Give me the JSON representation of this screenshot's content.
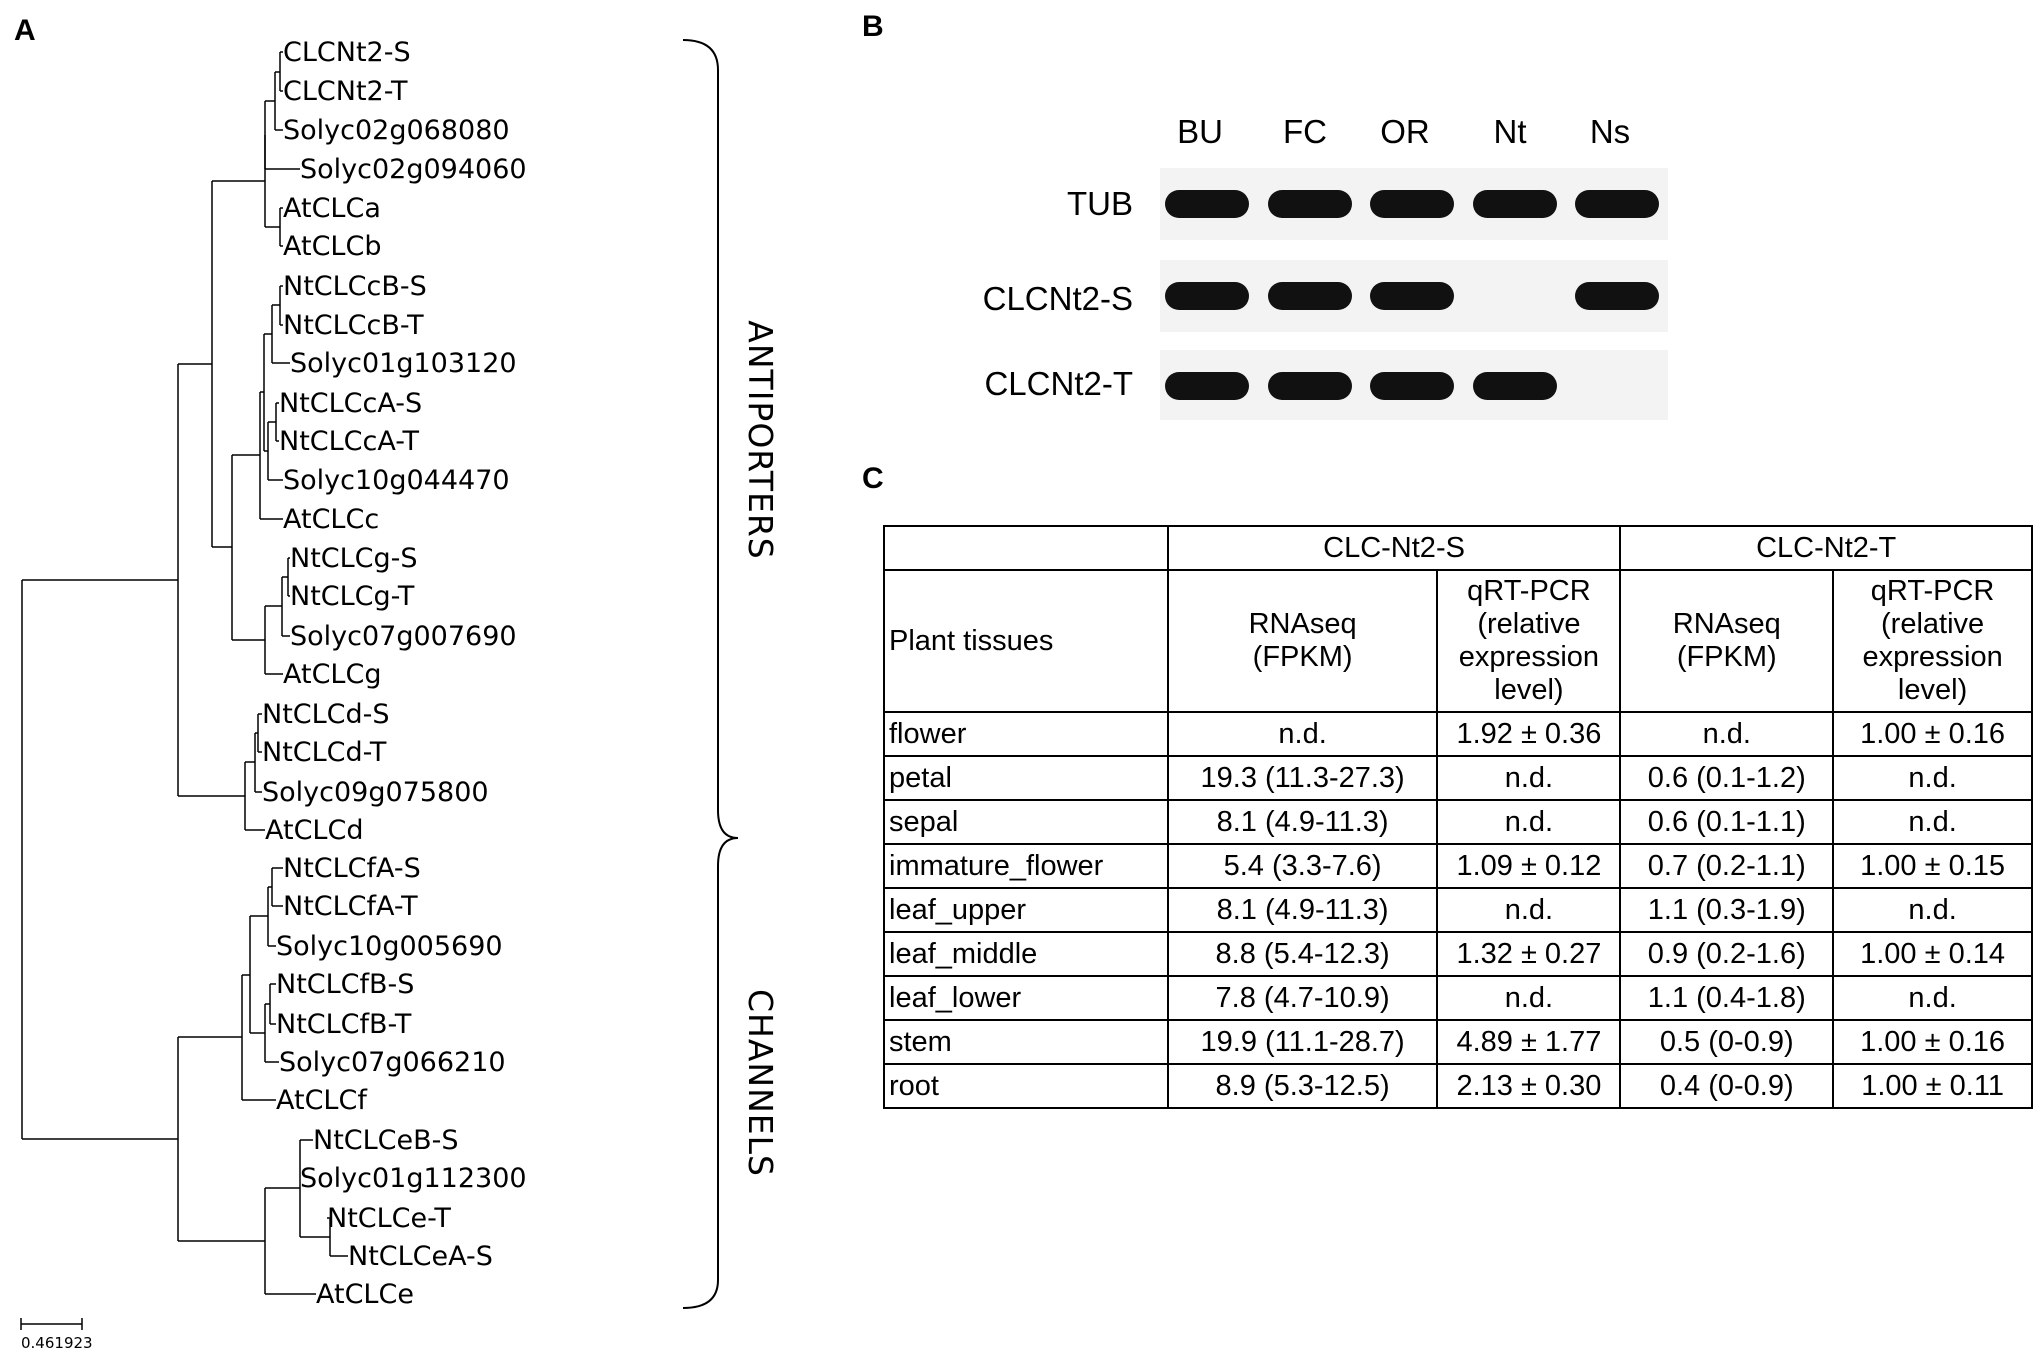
{
  "panels": {
    "a": "A",
    "b": "B",
    "c": "C"
  },
  "tree": {
    "leaves": [
      "CLCNt2-S",
      "CLCNt2-T",
      "Solyc02g068080",
      "Solyc02g094060",
      "AtCLCa",
      "AtCLCb",
      "NtCLCcB-S",
      "NtCLCcB-T",
      "Solyc01g103120",
      "NtCLCcA-S",
      "NtCLCcA-T",
      "Solyc10g044470",
      "AtCLCc",
      "NtCLCg-S",
      "NtCLCg-T",
      "Solyc07g007690",
      "AtCLCg",
      "NtCLCd-S",
      "NtCLCd-T",
      "Solyc09g075800",
      "AtCLCd",
      "NtCLCfA-S",
      "NtCLCfA-T",
      "Solyc10g005690",
      "NtCLCfB-S",
      "NtCLCfB-T",
      "Solyc07g066210",
      "AtCLCf",
      "NtCLCeB-S",
      "Solyc01g112300",
      "NtCLCe-T",
      "NtCLCeA-S",
      "AtCLCe"
    ],
    "groups": [
      "ANTIPORTERS",
      "CHANNELS"
    ],
    "scale_bar": "0.461923"
  },
  "gel": {
    "columns": [
      "BU",
      "FC",
      "OR",
      "Nt",
      "Ns"
    ],
    "rows": [
      {
        "label": "TUB",
        "bands": [
          1,
          1,
          1,
          1,
          1
        ]
      },
      {
        "label": "CLCNt2-S",
        "bands": [
          1,
          1,
          1,
          0,
          1
        ]
      },
      {
        "label": "CLCNt2-T",
        "bands": [
          1,
          1,
          1,
          1,
          0
        ]
      }
    ]
  },
  "table": {
    "group_headers": [
      "CLC-Nt2-S",
      "CLC-Nt2-T"
    ],
    "col_tissue": "Plant tissues",
    "col_rnaseq": [
      "RNAseq",
      "(FPKM)"
    ],
    "col_qrt": [
      "qRT-PCR",
      "(relative",
      "expression",
      "level)"
    ],
    "rows": [
      [
        "flower",
        "n.d.",
        "1.92 ± 0.36",
        "n.d.",
        "1.00 ± 0.16"
      ],
      [
        "petal",
        "19.3 (11.3-27.3)",
        "n.d.",
        "0.6 (0.1-1.2)",
        "n.d."
      ],
      [
        "sepal",
        "8.1 (4.9-11.3)",
        "n.d.",
        "0.6 (0.1-1.1)",
        "n.d."
      ],
      [
        "immature_flower",
        "5.4 (3.3-7.6)",
        "1.09 ± 0.12",
        "0.7 (0.2-1.1)",
        "1.00 ± 0.15"
      ],
      [
        "leaf_upper",
        "8.1 (4.9-11.3)",
        "n.d.",
        "1.1 (0.3-1.9)",
        "n.d."
      ],
      [
        "leaf_middle",
        "8.8 (5.4-12.3)",
        "1.32 ± 0.27",
        "0.9 (0.2-1.6)",
        "1.00 ± 0.14"
      ],
      [
        "leaf_lower",
        "7.8 (4.7-10.9)",
        "n.d.",
        "1.1 (0.4-1.8)",
        "n.d."
      ],
      [
        "stem",
        "19.9 (11.1-28.7)",
        "4.89 ± 1.77",
        "0.5 (0-0.9)",
        "1.00 ± 0.16"
      ],
      [
        "root",
        "8.9 (5.3-12.5)",
        "2.13 ± 0.30",
        "0.4 (0-0.9)",
        "1.00 ± 0.11"
      ]
    ]
  }
}
